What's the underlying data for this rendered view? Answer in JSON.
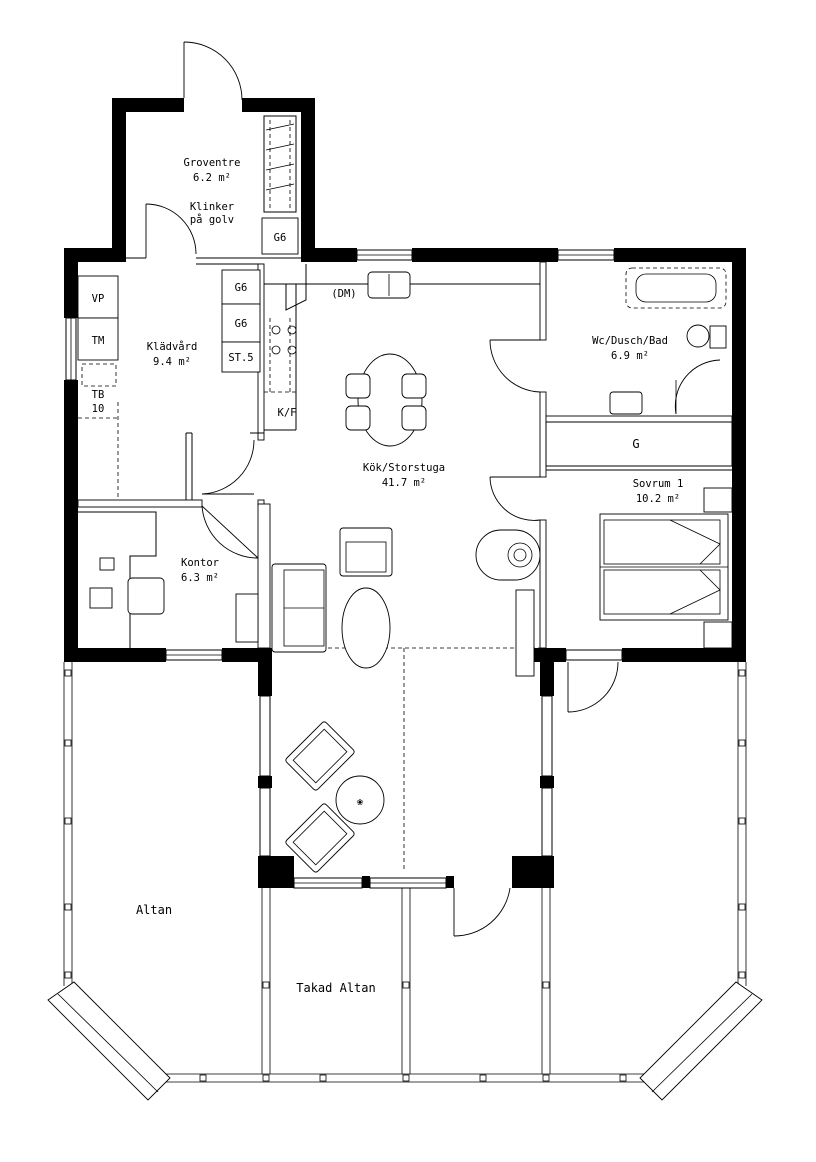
{
  "rooms": {
    "groventre": {
      "name": "Groventre",
      "area": "6.2 m²",
      "note1": "Klinker",
      "note2": "på golv"
    },
    "kladvard": {
      "name": "Klädvård",
      "area": "9.4 m²"
    },
    "kok": {
      "name": "Kök/Storstuga",
      "area": "41.7 m²"
    },
    "wc": {
      "name": "Wc/Dusch/Bad",
      "area": "6.9 m²"
    },
    "sovrum": {
      "name": "Sovrum 1",
      "area": "10.2 m²"
    },
    "kontor": {
      "name": "Kontor",
      "area": "6.3 m²"
    },
    "altan": {
      "name": "Altan"
    },
    "takad_altan": {
      "name": "Takad Altan"
    }
  },
  "fixtures": {
    "g6_groventre": "G6",
    "vp": "VP",
    "tm": "TM",
    "tb": "TB",
    "tb_num": "10",
    "g6_a": "G6",
    "g6_b": "G6",
    "st5": "ST.5",
    "kf": "K/F",
    "dm": "(DM)",
    "wardrobe_g": "G"
  }
}
